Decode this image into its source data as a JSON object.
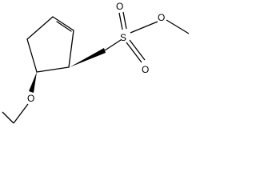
{
  "molecule": {
    "atoms": {
      "ether_oxygen": "O",
      "sulfur": "S",
      "sulfonyl_oxygen_top": "O",
      "sulfonyl_oxygen_bottom": "O",
      "ester_oxygen": "O"
    },
    "colors": {
      "bond": "#000000",
      "background": "#ffffff"
    }
  }
}
